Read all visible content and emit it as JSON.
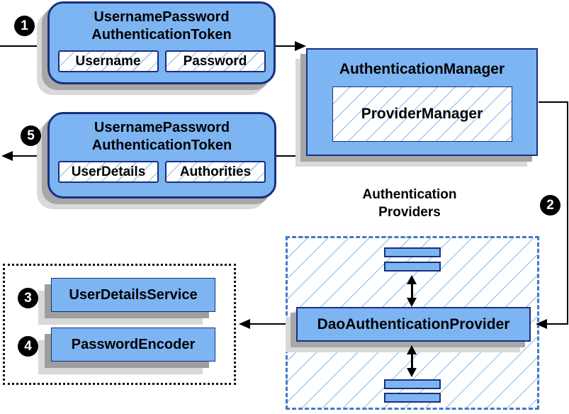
{
  "colors": {
    "node_fill": "#7db4f2",
    "node_border": "#17307f",
    "hatch": "#a7c9f0",
    "dashed_border": "#4478c4",
    "shadow_dark": "#a7a7a7",
    "shadow_light": "#d9d9d9",
    "line": "#000000"
  },
  "badges": {
    "b1": "1",
    "b2": "2",
    "b3": "3",
    "b4": "4",
    "b5": "5"
  },
  "request_token": {
    "title1": "UsernamePassword",
    "title2": "AuthenticationToken",
    "field1": "Username",
    "field2": "Password"
  },
  "auth_manager": {
    "title": "AuthenticationManager",
    "inner": "ProviderManager"
  },
  "response_token": {
    "title1": "UsernamePassword",
    "title2": "AuthenticationToken",
    "field1": "UserDetails",
    "field2": "Authorities"
  },
  "providers": {
    "label1": "Authentication",
    "label2": "Providers",
    "dao": "DaoAuthenticationProvider"
  },
  "services": {
    "user_details_service": "UserDetailsService",
    "password_encoder": "PasswordEncoder"
  }
}
